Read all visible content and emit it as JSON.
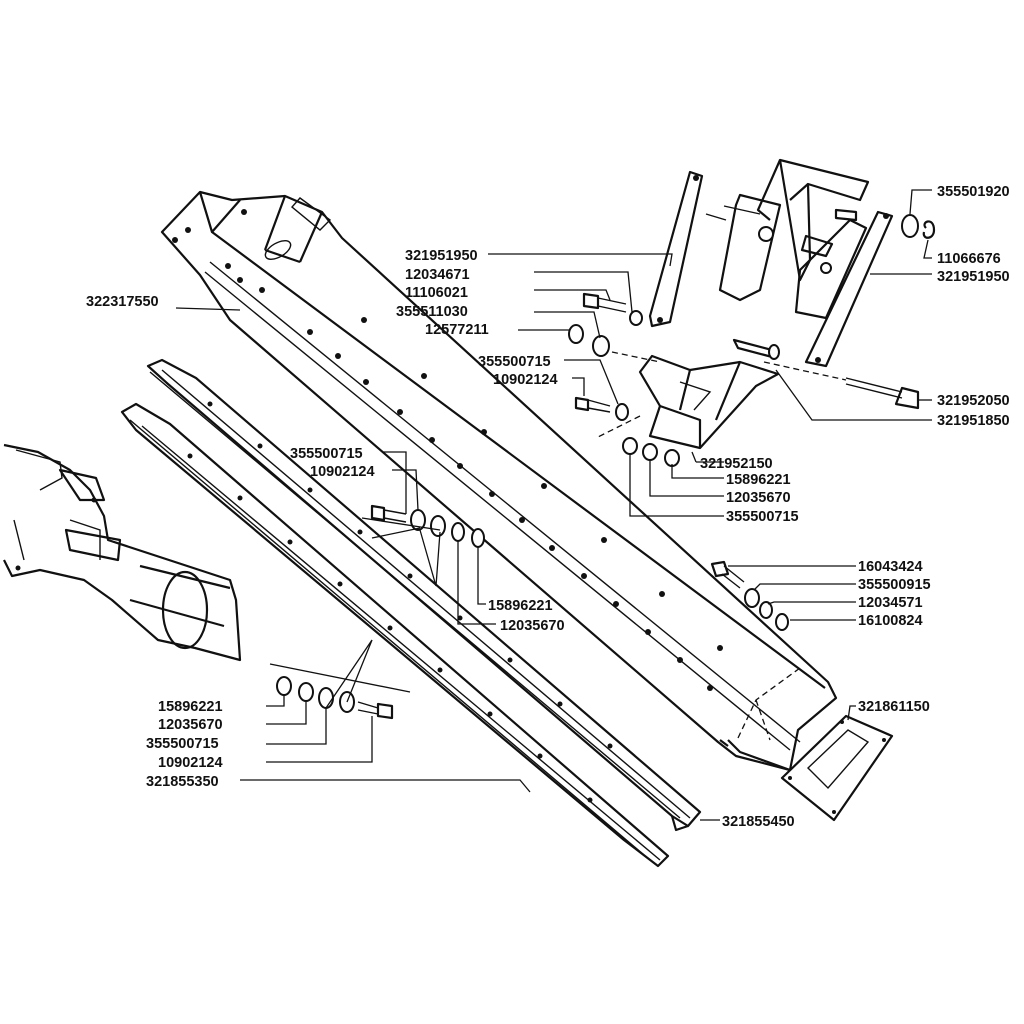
{
  "labels": {
    "p322317550": "322317550",
    "p321951950_a": "321951950",
    "p12034671": "12034671",
    "p11106021": "11106021",
    "p355511030": "355511030",
    "p12577211": "12577211",
    "p355500715_a": "355500715",
    "p10902124_a": "10902124",
    "p355501920": "355501920",
    "p11066676": "11066676",
    "p321951950_b": "321951950",
    "p321952050": "321952050",
    "p321951850": "321951850",
    "p321952150": "321952150",
    "p15896221_a": "15896221",
    "p12035670_a": "12035670",
    "p355500715_b": "355500715",
    "p355500715_c": "355500715",
    "p10902124_b": "10902124",
    "p15896221_b": "15896221",
    "p12035670_b": "12035670",
    "p16043424": "16043424",
    "p355500915": "355500915",
    "p12034571": "12034571",
    "p16100824": "16100824",
    "p321861150": "321861150",
    "p15896221_c": "15896221",
    "p12035670_c": "12035670",
    "p355500715_d": "355500715",
    "p10902124_c": "10902124",
    "p321855350": "321855350",
    "p321855450": "321855450"
  }
}
